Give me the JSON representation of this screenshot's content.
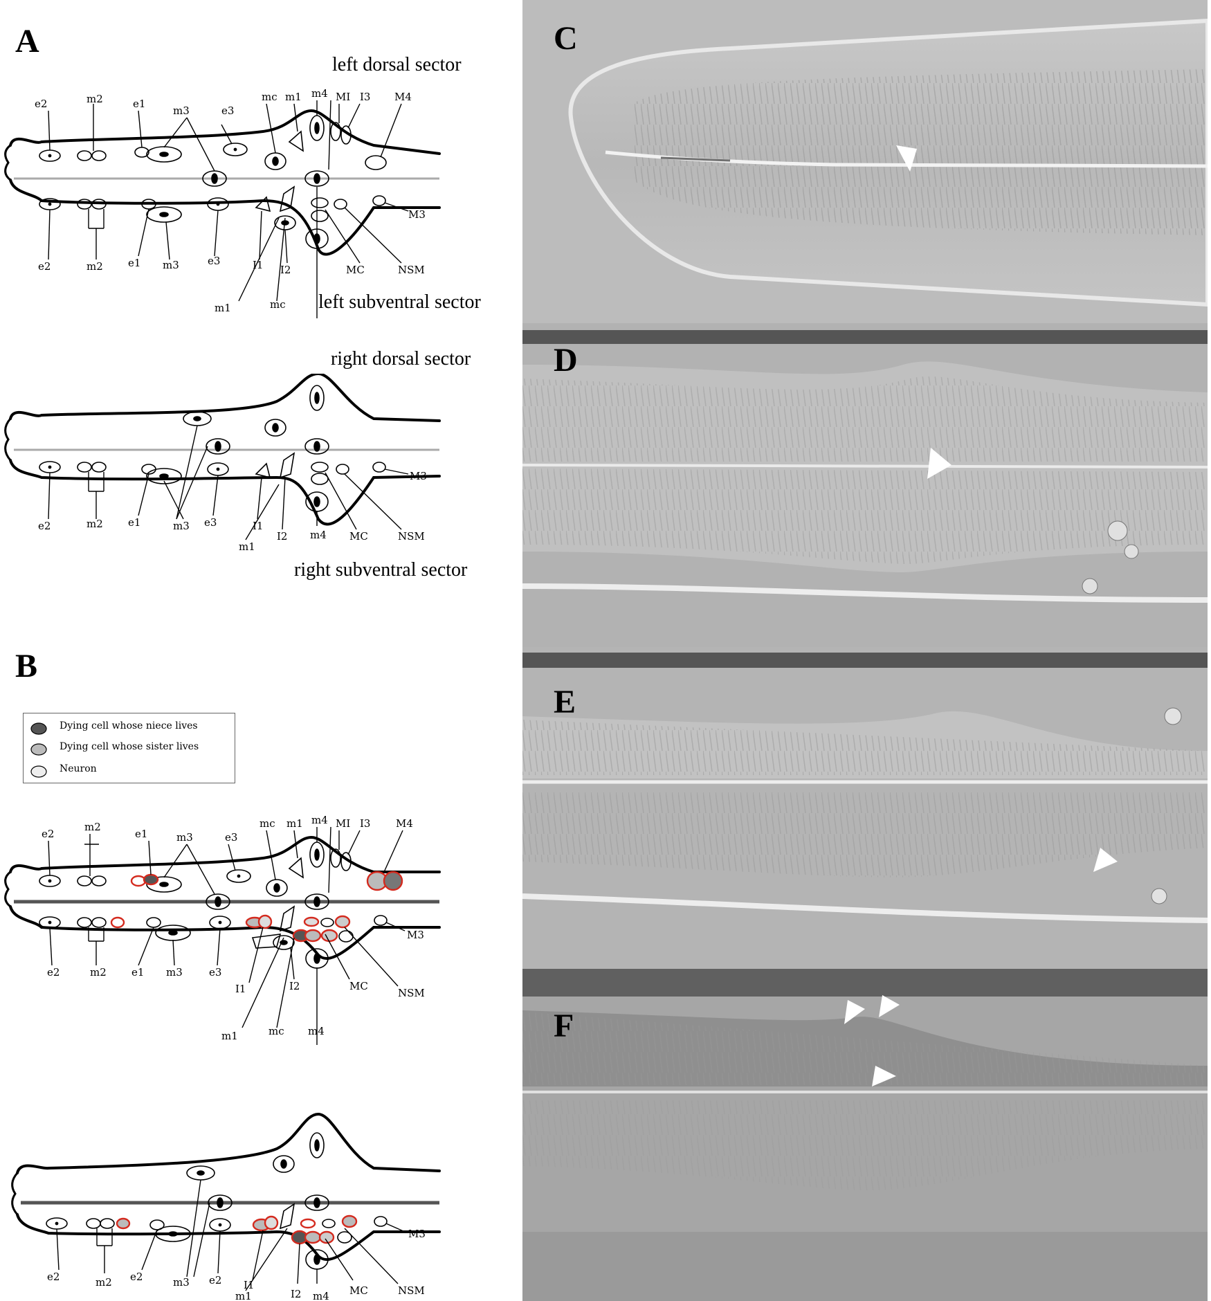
{
  "panels": {
    "A": "A",
    "B": "B",
    "C": "C",
    "D": "D",
    "E": "E",
    "F": "F"
  },
  "sector_labels": {
    "left_dorsal": "left dorsal sector",
    "left_subventral": "left subventral sector",
    "right_dorsal": "right dorsal sector",
    "right_subventral": "right subventral sector"
  },
  "legend": {
    "niece": "Dying cell whose niece lives",
    "sister": "Dying cell whose sister lives",
    "neuron": "Neuron"
  },
  "cell_labels": {
    "e2": "e2",
    "m2": "m2",
    "e1": "e1",
    "m3": "m3",
    "e3": "e3",
    "mc": "mc",
    "m1": "m1",
    "m4": "m4",
    "MI": "MI",
    "I3": "I3",
    "M4": "M4",
    "M3": "M3",
    "MC": "MC",
    "NSM": "NSM",
    "I1": "I1",
    "I2": "I2",
    "a_e2": "e2",
    "a_m2": "m2",
    "a_e1": "e1",
    "a_m3": "m3",
    "a_e3": "e3",
    "a_mc": "mc",
    "a_m1": "m1",
    "a_m4": "m4",
    "a_MI": "MI",
    "a_I3": "I3",
    "a_M4": "M4",
    "a_M3": "M3",
    "a_MC": "MC",
    "a_NSM": "NSM",
    "a_I1": "I1",
    "a_I2": "I2"
  },
  "colors": {
    "red_outline": "#d42a1e",
    "micro_bg": "#a8a8a8"
  }
}
